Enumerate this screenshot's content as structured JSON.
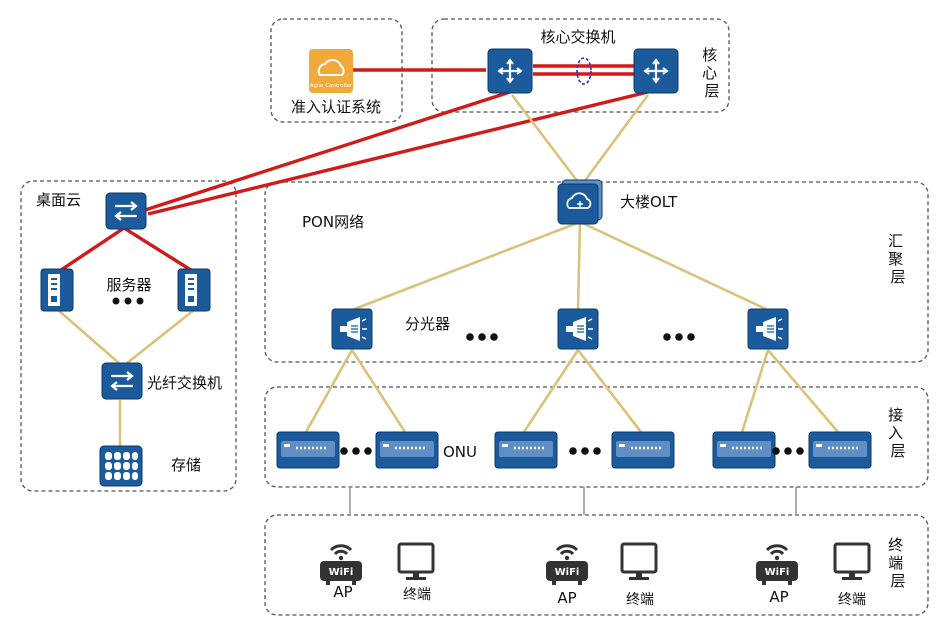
{
  "zones": {
    "auth": {
      "label": "准入认证系统",
      "logo_text": "Agile Controller"
    },
    "core": {
      "title": "核心交换机",
      "layer": "核心层"
    },
    "desktop_cloud": {
      "title": "桌面云",
      "server_label": "服务器",
      "fiber_switch_label": "光纤交换机",
      "storage_label": "存储"
    },
    "aggregation": {
      "network_label": "PON网络",
      "olt_label": "大楼OLT",
      "splitter_label": "分光器",
      "layer": "汇聚层"
    },
    "access": {
      "onu_label": "ONU",
      "layer": "接入层"
    },
    "terminal": {
      "ap_label": "AP",
      "wifi_text": "WiFi",
      "terminal_label": "终端",
      "layer": "终端层"
    }
  },
  "colors": {
    "primary_link": "#d11a1a",
    "pon_link": "#d9c27a",
    "device": "#1b5b9c",
    "auth_logo": "#f2a93b"
  }
}
